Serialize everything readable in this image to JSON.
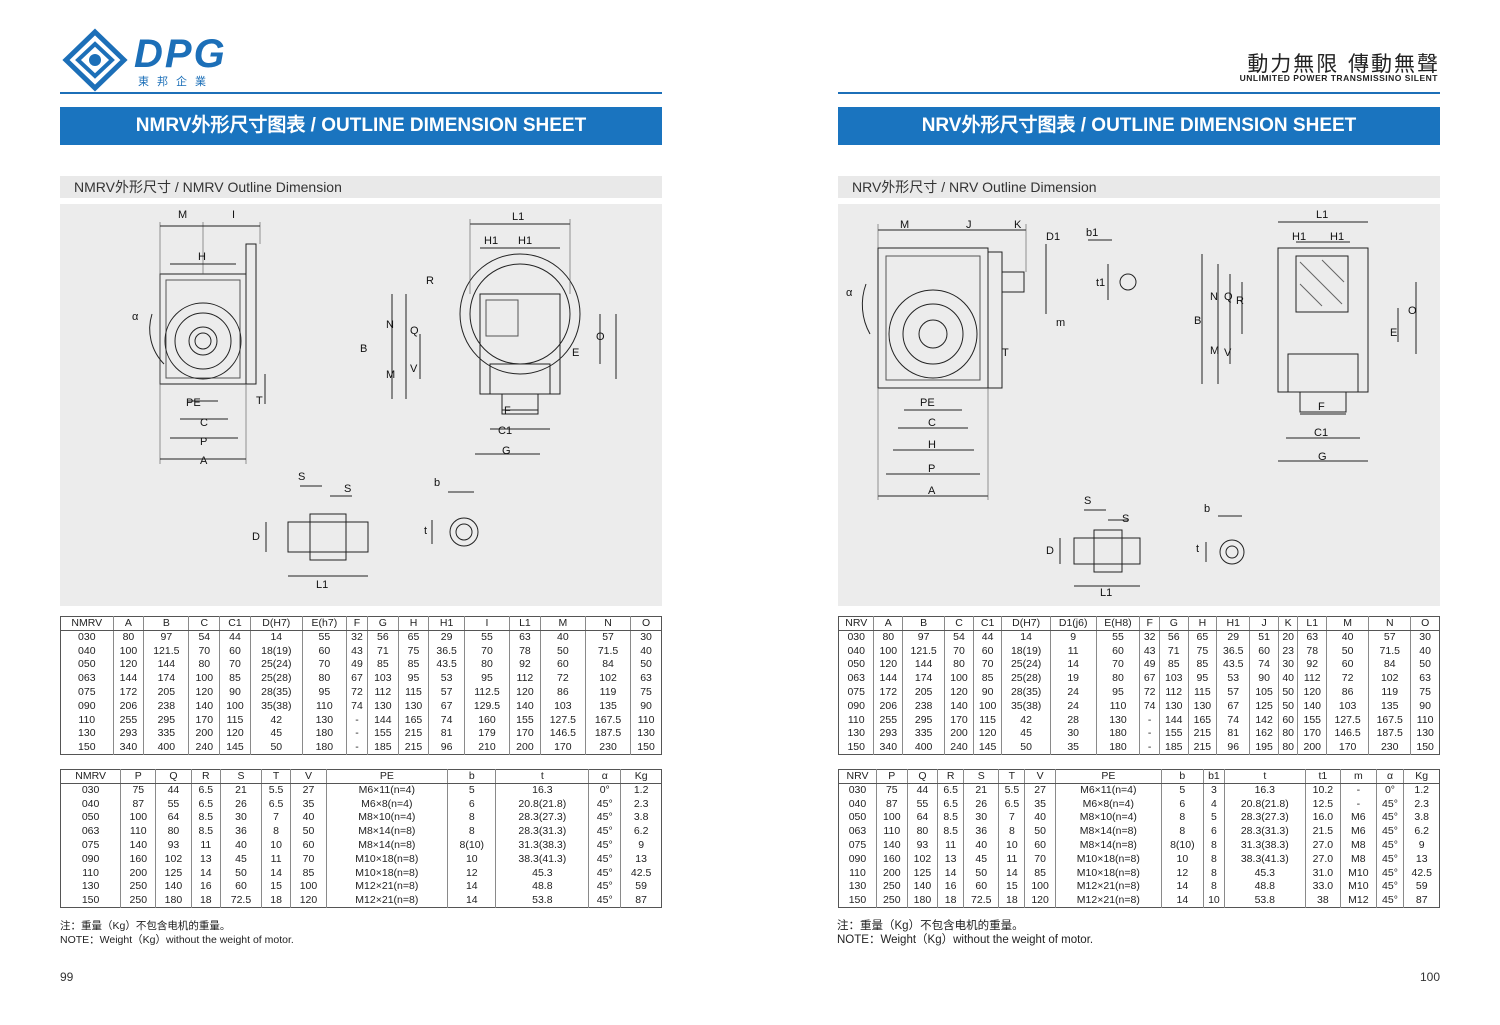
{
  "header": {
    "logo_text": "DPG",
    "logo_sub": "東邦企業",
    "slogan_cn": "動力無限 傳動無聲",
    "slogan_en": "UNLIMITED POWER TRANSMISSINO SILENT"
  },
  "left": {
    "banner": "NMRV外形尺寸图表 / OUTLINE DIMENSION SHEET",
    "subhead": "NMRV外形尺寸 / NMRV Outline Dimension",
    "table1": {
      "headers": [
        "NMRV",
        "A",
        "B",
        "C",
        "C1",
        "D(H7)",
        "E(h7)",
        "F",
        "G",
        "H",
        "H1",
        "I",
        "L1",
        "M",
        "N",
        "O"
      ],
      "rows": [
        [
          "030",
          "80",
          "97",
          "54",
          "44",
          "14",
          "55",
          "32",
          "56",
          "65",
          "29",
          "55",
          "63",
          "40",
          "57",
          "30"
        ],
        [
          "040",
          "100",
          "121.5",
          "70",
          "60",
          "18(19)",
          "60",
          "43",
          "71",
          "75",
          "36.5",
          "70",
          "78",
          "50",
          "71.5",
          "40"
        ],
        [
          "050",
          "120",
          "144",
          "80",
          "70",
          "25(24)",
          "70",
          "49",
          "85",
          "85",
          "43.5",
          "80",
          "92",
          "60",
          "84",
          "50"
        ],
        [
          "063",
          "144",
          "174",
          "100",
          "85",
          "25(28)",
          "80",
          "67",
          "103",
          "95",
          "53",
          "95",
          "112",
          "72",
          "102",
          "63"
        ],
        [
          "075",
          "172",
          "205",
          "120",
          "90",
          "28(35)",
          "95",
          "72",
          "112",
          "115",
          "57",
          "112.5",
          "120",
          "86",
          "119",
          "75"
        ],
        [
          "090",
          "206",
          "238",
          "140",
          "100",
          "35(38)",
          "110",
          "74",
          "130",
          "130",
          "67",
          "129.5",
          "140",
          "103",
          "135",
          "90"
        ],
        [
          "110",
          "255",
          "295",
          "170",
          "115",
          "42",
          "130",
          "-",
          "144",
          "165",
          "74",
          "160",
          "155",
          "127.5",
          "167.5",
          "110"
        ],
        [
          "130",
          "293",
          "335",
          "200",
          "120",
          "45",
          "180",
          "-",
          "155",
          "215",
          "81",
          "179",
          "170",
          "146.5",
          "187.5",
          "130"
        ],
        [
          "150",
          "340",
          "400",
          "240",
          "145",
          "50",
          "180",
          "-",
          "185",
          "215",
          "96",
          "210",
          "200",
          "170",
          "230",
          "150"
        ]
      ]
    },
    "table2": {
      "headers": [
        "NMRV",
        "P",
        "Q",
        "R",
        "S",
        "T",
        "V",
        "PE",
        "b",
        "t",
        "α",
        "Kg"
      ],
      "rows": [
        [
          "030",
          "75",
          "44",
          "6.5",
          "21",
          "5.5",
          "27",
          "M6×11(n=4)",
          "5",
          "16.3",
          "0°",
          "1.2"
        ],
        [
          "040",
          "87",
          "55",
          "6.5",
          "26",
          "6.5",
          "35",
          "M6×8(n=4)",
          "6",
          "20.8(21.8)",
          "45°",
          "2.3"
        ],
        [
          "050",
          "100",
          "64",
          "8.5",
          "30",
          "7",
          "40",
          "M8×10(n=4)",
          "8",
          "28.3(27.3)",
          "45°",
          "3.8"
        ],
        [
          "063",
          "110",
          "80",
          "8.5",
          "36",
          "8",
          "50",
          "M8×14(n=8)",
          "8",
          "28.3(31.3)",
          "45°",
          "6.2"
        ],
        [
          "075",
          "140",
          "93",
          "11",
          "40",
          "10",
          "60",
          "M8×14(n=8)",
          "8(10)",
          "31.3(38.3)",
          "45°",
          "9"
        ],
        [
          "090",
          "160",
          "102",
          "13",
          "45",
          "11",
          "70",
          "M10×18(n=8)",
          "10",
          "38.3(41.3)",
          "45°",
          "13"
        ],
        [
          "110",
          "200",
          "125",
          "14",
          "50",
          "14",
          "85",
          "M10×18(n=8)",
          "12",
          "45.3",
          "45°",
          "42.5"
        ],
        [
          "130",
          "250",
          "140",
          "16",
          "60",
          "15",
          "100",
          "M12×21(n=8)",
          "14",
          "48.8",
          "45°",
          "59"
        ],
        [
          "150",
          "250",
          "180",
          "18",
          "72.5",
          "18",
          "120",
          "M12×21(n=8)",
          "14",
          "53.8",
          "45°",
          "87"
        ]
      ]
    },
    "note_cn": "注：重量（Kg）不包含电机的重量。",
    "note_en": "NOTE：Weight（Kg）without the weight of motor.",
    "page_number": "99"
  },
  "right": {
    "banner": "NRV外形尺寸图表 / OUTLINE DIMENSION SHEET",
    "subhead": "NRV外形尺寸 / NRV Outline Dimension",
    "table1": {
      "headers": [
        "NRV",
        "A",
        "B",
        "C",
        "C1",
        "D(H7)",
        "D1(j6)",
        "E(H8)",
        "F",
        "G",
        "H",
        "H1",
        "J",
        "K",
        "L1",
        "M",
        "N",
        "O"
      ],
      "rows": [
        [
          "030",
          "80",
          "97",
          "54",
          "44",
          "14",
          "9",
          "55",
          "32",
          "56",
          "65",
          "29",
          "51",
          "20",
          "63",
          "40",
          "57",
          "30"
        ],
        [
          "040",
          "100",
          "121.5",
          "70",
          "60",
          "18(19)",
          "11",
          "60",
          "43",
          "71",
          "75",
          "36.5",
          "60",
          "23",
          "78",
          "50",
          "71.5",
          "40"
        ],
        [
          "050",
          "120",
          "144",
          "80",
          "70",
          "25(24)",
          "14",
          "70",
          "49",
          "85",
          "85",
          "43.5",
          "74",
          "30",
          "92",
          "60",
          "84",
          "50"
        ],
        [
          "063",
          "144",
          "174",
          "100",
          "85",
          "25(28)",
          "19",
          "80",
          "67",
          "103",
          "95",
          "53",
          "90",
          "40",
          "112",
          "72",
          "102",
          "63"
        ],
        [
          "075",
          "172",
          "205",
          "120",
          "90",
          "28(35)",
          "24",
          "95",
          "72",
          "112",
          "115",
          "57",
          "105",
          "50",
          "120",
          "86",
          "119",
          "75"
        ],
        [
          "090",
          "206",
          "238",
          "140",
          "100",
          "35(38)",
          "24",
          "110",
          "74",
          "130",
          "130",
          "67",
          "125",
          "50",
          "140",
          "103",
          "135",
          "90"
        ],
        [
          "110",
          "255",
          "295",
          "170",
          "115",
          "42",
          "28",
          "130",
          "-",
          "144",
          "165",
          "74",
          "142",
          "60",
          "155",
          "127.5",
          "167.5",
          "110"
        ],
        [
          "130",
          "293",
          "335",
          "200",
          "120",
          "45",
          "30",
          "180",
          "-",
          "155",
          "215",
          "81",
          "162",
          "80",
          "170",
          "146.5",
          "187.5",
          "130"
        ],
        [
          "150",
          "340",
          "400",
          "240",
          "145",
          "50",
          "35",
          "180",
          "-",
          "185",
          "215",
          "96",
          "195",
          "80",
          "200",
          "170",
          "230",
          "150"
        ]
      ]
    },
    "table2": {
      "headers": [
        "NRV",
        "P",
        "Q",
        "R",
        "S",
        "T",
        "V",
        "PE",
        "b",
        "b1",
        "t",
        "t1",
        "m",
        "α",
        "Kg"
      ],
      "rows": [
        [
          "030",
          "75",
          "44",
          "6.5",
          "21",
          "5.5",
          "27",
          "M6×11(n=4)",
          "5",
          "3",
          "16.3",
          "10.2",
          "-",
          "0°",
          "1.2"
        ],
        [
          "040",
          "87",
          "55",
          "6.5",
          "26",
          "6.5",
          "35",
          "M6×8(n=4)",
          "6",
          "4",
          "20.8(21.8)",
          "12.5",
          "-",
          "45°",
          "2.3"
        ],
        [
          "050",
          "100",
          "64",
          "8.5",
          "30",
          "7",
          "40",
          "M8×10(n=4)",
          "8",
          "5",
          "28.3(27.3)",
          "16.0",
          "M6",
          "45°",
          "3.8"
        ],
        [
          "063",
          "110",
          "80",
          "8.5",
          "36",
          "8",
          "50",
          "M8×14(n=8)",
          "8",
          "6",
          "28.3(31.3)",
          "21.5",
          "M6",
          "45°",
          "6.2"
        ],
        [
          "075",
          "140",
          "93",
          "11",
          "40",
          "10",
          "60",
          "M8×14(n=8)",
          "8(10)",
          "8",
          "31.3(38.3)",
          "27.0",
          "M8",
          "45°",
          "9"
        ],
        [
          "090",
          "160",
          "102",
          "13",
          "45",
          "11",
          "70",
          "M10×18(n=8)",
          "10",
          "8",
          "38.3(41.3)",
          "27.0",
          "M8",
          "45°",
          "13"
        ],
        [
          "110",
          "200",
          "125",
          "14",
          "50",
          "14",
          "85",
          "M10×18(n=8)",
          "12",
          "8",
          "45.3",
          "31.0",
          "M10",
          "45°",
          "42.5"
        ],
        [
          "130",
          "250",
          "140",
          "16",
          "60",
          "15",
          "100",
          "M12×21(n=8)",
          "14",
          "8",
          "48.8",
          "33.0",
          "M10",
          "45°",
          "59"
        ],
        [
          "150",
          "250",
          "180",
          "18",
          "72.5",
          "18",
          "120",
          "M12×21(n=8)",
          "14",
          "10",
          "53.8",
          "38",
          "M12",
          "45°",
          "87"
        ]
      ]
    },
    "note_cn": "注：重量（Kg）不包含电机的重量。",
    "note_en": "NOTE：Weight（Kg）without the weight of motor.",
    "page_number": "100"
  },
  "drawing_labels": {
    "left": [
      "M",
      "I",
      "H",
      "α",
      "PE",
      "C",
      "P",
      "A",
      "T",
      "L1",
      "H1",
      "H1",
      "R",
      "B",
      "N",
      "Q",
      "M",
      "V",
      "E",
      "O",
      "F",
      "C1",
      "G",
      "S",
      "S",
      "D",
      "L1",
      "b",
      "t"
    ],
    "right": [
      "M",
      "J",
      "K",
      "D1",
      "b1",
      "t1",
      "m",
      "α",
      "T",
      "PE",
      "C",
      "H",
      "P",
      "A",
      "L1",
      "H1",
      "H1",
      "B",
      "N",
      "Q",
      "R",
      "M",
      "V",
      "E",
      "O",
      "F",
      "C1",
      "G",
      "S",
      "S",
      "D",
      "L1",
      "b",
      "t"
    ]
  },
  "colors": {
    "accent": "#1a74bf",
    "drawing_bg": "#ececec"
  }
}
